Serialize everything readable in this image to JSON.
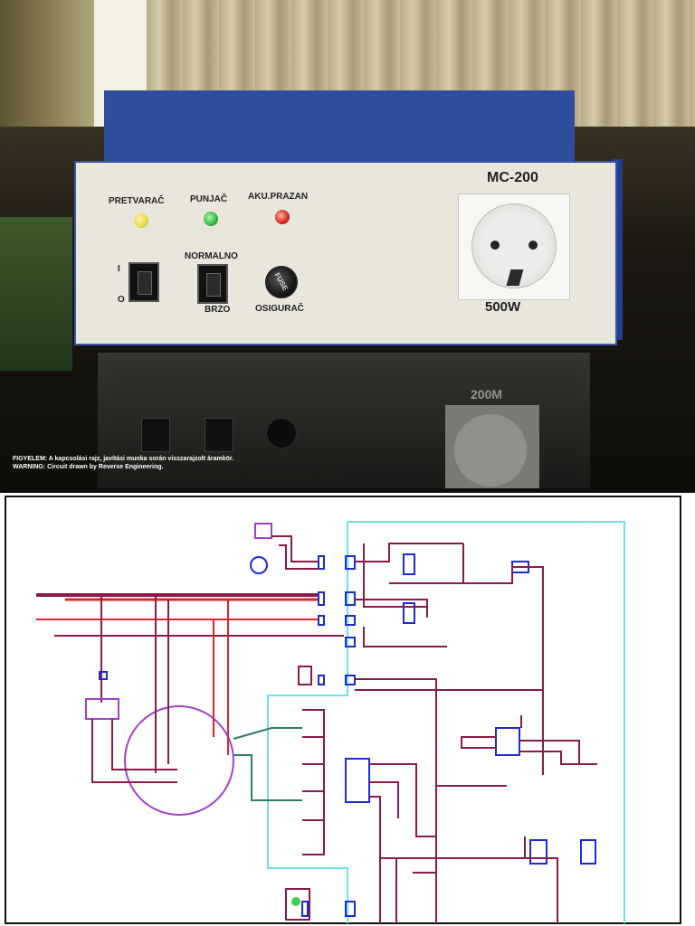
{
  "device": {
    "model": "MC-200",
    "power_rating": "500W",
    "indicators": [
      {
        "label": "PRETVARAČ",
        "color": "#e8d84a"
      },
      {
        "label": "PUNJAČ",
        "color": "#2fb83a"
      },
      {
        "label": "AKU.PRAZAN",
        "color": "#d8261e"
      }
    ],
    "switch_power": {
      "on_mark": "I",
      "off_mark": "O"
    },
    "switch_mode": {
      "top_label": "NORMALNO",
      "bottom_label": "BRZO"
    },
    "fuse": {
      "label": "OSIGURAČ",
      "cap_text": "FUSE"
    },
    "reflection_text": "200M"
  },
  "warning": {
    "line1": "FIGYELEM: A kapcsolási rajz, javítási munka során visszarajzolt áramkör.",
    "line2": "WARNING: Circuit drawn by Reverse Engineering."
  },
  "colors": {
    "enclosure_blue": "#2e4d9c",
    "panel_face": "#e9e7dc",
    "wire_maroon": "#8b1a4a",
    "wire_red": "#e0242a",
    "cyan_border": "#6fe0ea",
    "component_blue": "#1c2bd6",
    "component_purple": "#a040c8"
  }
}
